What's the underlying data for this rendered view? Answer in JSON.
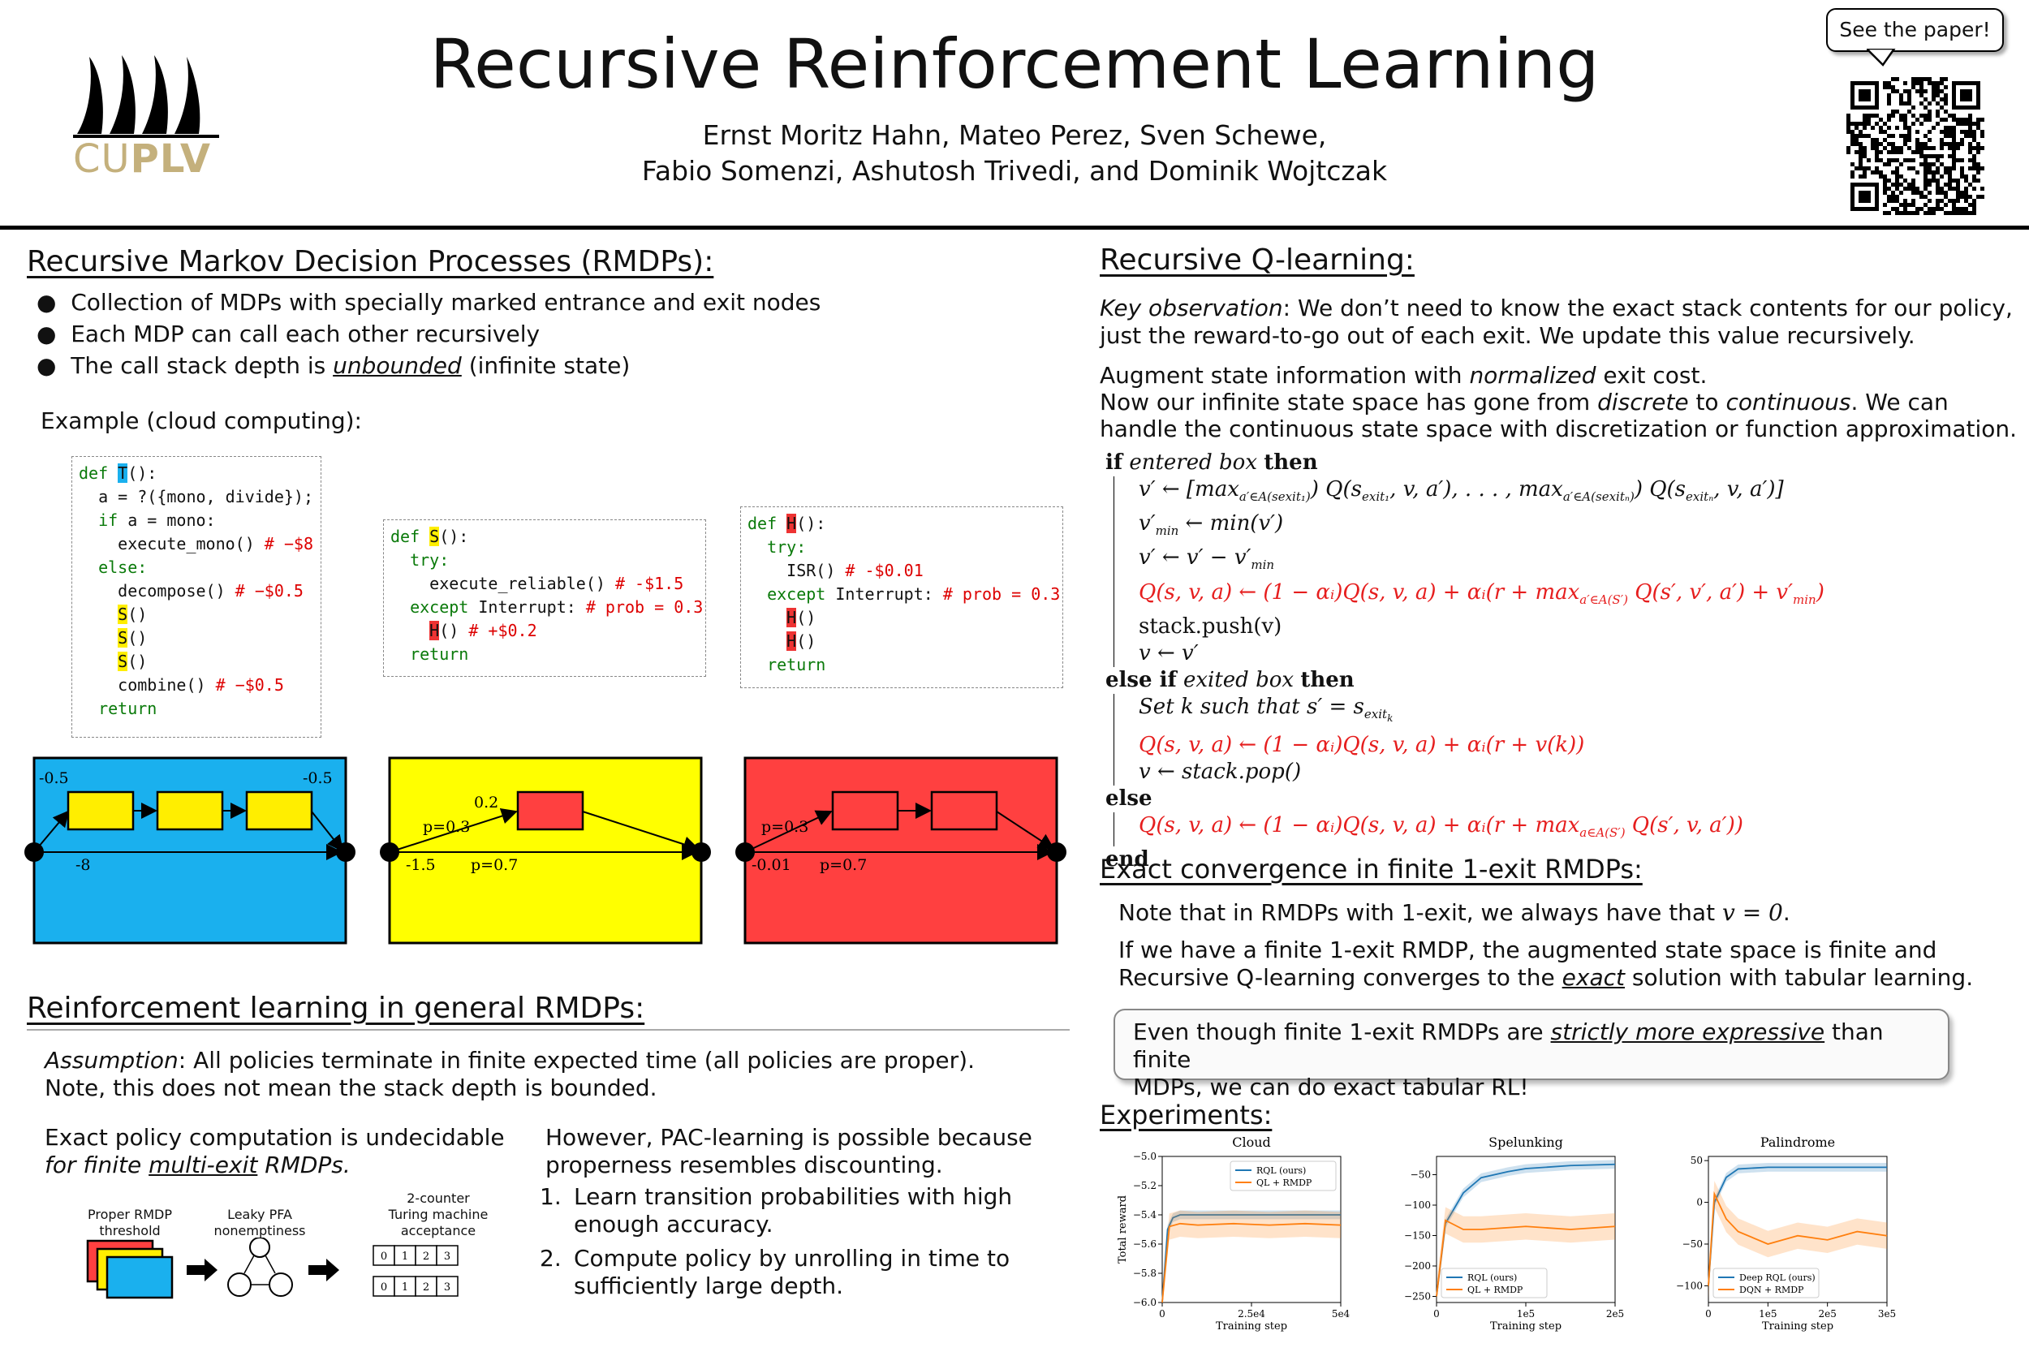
{
  "header": {
    "title": "Recursive Reinforcement Learning",
    "authors_line1": "Ernst Moritz Hahn, Mateo Perez, Sven Schewe,",
    "authors_line2": "Fabio Somenzi, Ashutosh Trivedi, and Dominik Wojtczak",
    "logo_text_a": "CU",
    "logo_text_b": "PLV",
    "qr_callout": "See the paper!",
    "colors": {
      "logo": "#c4b07c",
      "blue": "#1ab0ee",
      "yellow": "#ffff00",
      "red": "#ff4040"
    }
  },
  "rmdp": {
    "heading": "Recursive Markov Decision Processes (RMDPs):",
    "bullets": [
      "Collection of MDPs with specially marked entrance and exit nodes",
      "Each MDP can call each other recursively"
    ],
    "bullet3_a": "The call stack depth is ",
    "bullet3_b": "unbounded",
    "bullet3_c": " (infinite state)",
    "example_label": "Example (cloud computing):",
    "codeT": {
      "l1a": "def ",
      "l1b": "T",
      "l1c": "():",
      "l2": "  a = ?({mono, divide});",
      "l3a": "  ",
      "l3b": "if",
      "l3c": " a = mono:",
      "l4a": "    execute_mono() ",
      "l4b": "# −$8",
      "l5": "  else:",
      "l6a": "    decompose() ",
      "l6b": "# −$0.5",
      "l7": "S",
      "l7b": "()",
      "l10a": "    combine() ",
      "l10b": "# −$0.5",
      "l11": "  return"
    },
    "codeS": {
      "l1a": "def ",
      "l1b": "S",
      "l1c": "():",
      "l2": "  try:",
      "l3a": "    execute_reliable() ",
      "l3b": "# -$1.5",
      "l4a": "  except",
      "l4b": " Interrupt: ",
      "l4c": "# prob = 0.3",
      "l5a": "H",
      "l5b": "() ",
      "l5c": "# +$0.2",
      "l6": "  return"
    },
    "codeH": {
      "l1a": "def ",
      "l1b": "H",
      "l1c": "():",
      "l2": "  try:",
      "l3a": "    ISR() ",
      "l3b": "# -$0.01",
      "l4a": "  except",
      "l4b": " Interrupt: ",
      "l4c": "# prob = 0.3",
      "l5a": "H",
      "l5b": "()",
      "l7": "  return"
    },
    "diagT": {
      "left": "-0.5",
      "right": "-0.5",
      "bottom": "-8"
    },
    "diagS": {
      "top": "0.2",
      "p1": "p=0.3",
      "bl": "-1.5",
      "p2": "p=0.7"
    },
    "diagH": {
      "p1": "p=0.3",
      "bl": "-0.01",
      "p2": "p=0.7"
    }
  },
  "general": {
    "heading": "Reinforcement learning in general RMDPs:",
    "assump_a": "Assumption",
    "assump_b": ": All policies terminate in finite expected time (all policies are proper).",
    "assump_c": "Note, this does not mean the stack depth is bounded.",
    "undec_a": "Exact policy computation is undecidable",
    "undec_b": "for finite ",
    "undec_c": "multi-exit",
    "undec_d": " RMDPs.",
    "red1": "Proper RMDP",
    "red1b": "threshold",
    "red2": "Leaky PFA",
    "red2b": "nonemptiness",
    "red3": "2-counter",
    "red3b": "Turing machine",
    "red3c": "acceptance",
    "tape": [
      "0",
      "1",
      "2",
      "3"
    ],
    "pac_a": "However, PAC-learning is possible because",
    "pac_b": "properness resembles discounting.",
    "steps": [
      "Learn transition probabilities with high",
      "enough accuracy.",
      "Compute policy by unrolling in time to",
      "sufficiently large depth."
    ],
    "step_nums": [
      "1.",
      "2."
    ]
  },
  "rql": {
    "heading": "Recursive Q-learning:",
    "key_a": "Key observation",
    "key_b": ": We don’t need to know the exact stack contents for our policy,",
    "key_c": "just the reward-to-go out of each exit. We update this value recursively.",
    "aug_a": "Augment state information with ",
    "aug_b": "normalized",
    "aug_c": " exit cost.",
    "aug_d": "Now our infinite state space has gone from ",
    "aug_e": "discrete",
    "aug_f": " to ",
    "aug_g": "continuous",
    "aug_h": ". We can",
    "aug_i": "handle the continuous state space with discretization or function approximation.",
    "algo": {
      "if": "if",
      "cond1": "entered box",
      "then": "then",
      "a1": "v′ ← [max",
      "a1s": "a′∈A(s",
      "a1e": "exit₁",
      "a1m": ") Q(s",
      "a1n": "exit₁",
      "a1o": ", v, a′), . . . , max",
      "a1p": "a′∈A(s",
      "a1q": "exitₙ",
      "a1r": ") Q(s",
      "a1t": "exitₙ",
      "a1u": ", v, a′)]",
      "a2": "v′",
      "a2s": "min",
      "a2b": " ← min(v′)",
      "a3": "v′ ← v′ − v′",
      "a3s": "min",
      "a4": "Q(s, v, a) ← (1 − αᵢ)Q(s, v, a) + αᵢ(r + max",
      "a4s": "a′∈A(S′)",
      "a4b": " Q(s′, v′, a′) + v′",
      "a4c": "min",
      "a4d": ")",
      "a5": "stack.push(v)",
      "a6": "v ← v′",
      "elseif": "else if",
      "cond2": "exited box",
      "b1": "Set k such that s′ = s",
      "b1s": "exit",
      "b1t": "k",
      "b2": "Q(s, v, a) ← (1 − αᵢ)Q(s, v, a) + αᵢ(r + v(k))",
      "b3": "v ← stack.pop()",
      "else": "else",
      "c1": "Q(s, v, a) ← (1 − αᵢ)Q(s, v, a) + αᵢ(r + max",
      "c1s": "a∈A(S′)",
      "c1b": " Q(s′, v, a′))",
      "end": "end"
    }
  },
  "exact": {
    "heading": "Exact convergence in finite 1-exit RMDPs:",
    "n1": "Note that in RMDPs with 1-exit, we always have that ",
    "n1m": "v = 0",
    "n1e": ".",
    "n2": "If we have a finite 1-exit RMDP, the augmented state space is finite and",
    "n3a": "Recursive Q-learning converges to the ",
    "n3b": "exact",
    "n3c": " solution with tabular learning.",
    "call_a": "Even though finite 1-exit RMDPs are ",
    "call_b": "strictly more expressive",
    "call_c": " than finite",
    "call_d": "MDPs, we can do exact tabular RL!"
  },
  "experiments": {
    "heading": "Experiments:"
  },
  "chart_data": [
    {
      "type": "line",
      "title": "Cloud",
      "xlabel": "Training step",
      "ylabel": "Total reward",
      "xlim": [
        0,
        50000
      ],
      "ylim": [
        -6.0,
        -5.0
      ],
      "xticks": [
        "0",
        "2.5e4",
        "5e4"
      ],
      "yticks": [
        "−5.0",
        "−5.2",
        "−5.4",
        "−5.6",
        "−5.8",
        "−6.0"
      ],
      "legend": "top-right",
      "series": [
        {
          "name": "RQL (ours)",
          "color": "#1f77b4",
          "x": [
            0,
            1500,
            3000,
            5000,
            10000,
            20000,
            30000,
            40000,
            50000
          ],
          "y": [
            -6.0,
            -5.5,
            -5.42,
            -5.4,
            -5.4,
            -5.4,
            -5.4,
            -5.4,
            -5.4
          ]
        },
        {
          "name": "QL + RMDP",
          "color": "#ff7f0e",
          "x": [
            0,
            2000,
            5000,
            10000,
            20000,
            30000,
            40000,
            50000
          ],
          "y": [
            -6.0,
            -5.48,
            -5.46,
            -5.47,
            -5.46,
            -5.47,
            -5.46,
            -5.47
          ]
        }
      ]
    },
    {
      "type": "line",
      "title": "Spelunking",
      "xlabel": "Training step",
      "ylabel": "",
      "xlim": [
        0,
        200000
      ],
      "ylim": [
        -260,
        -20
      ],
      "xticks": [
        "0",
        "1e5",
        "2e5"
      ],
      "yticks": [
        "−50",
        "−100",
        "−150",
        "−200",
        "−250"
      ],
      "legend": "bottom-left",
      "series": [
        {
          "name": "RQL (ours)",
          "color": "#1f77b4",
          "x": [
            0,
            10000,
            30000,
            50000,
            80000,
            100000,
            150000,
            200000
          ],
          "y": [
            -250,
            -130,
            -80,
            -55,
            -45,
            -40,
            -35,
            -33
          ]
        },
        {
          "name": "QL + RMDP",
          "color": "#ff7f0e",
          "x": [
            0,
            10000,
            30000,
            50000,
            100000,
            150000,
            200000
          ],
          "y": [
            -250,
            -125,
            -140,
            -140,
            -135,
            -140,
            -135
          ]
        }
      ]
    },
    {
      "type": "line",
      "title": "Palindrome",
      "xlabel": "Training step",
      "ylabel": "",
      "xlim": [
        0,
        300000
      ],
      "ylim": [
        -120,
        55
      ],
      "xticks": [
        "0",
        "1e5",
        "2e5",
        "3e5"
      ],
      "yticks": [
        "50",
        "0",
        "−50",
        "−100"
      ],
      "legend": "bottom-left",
      "series": [
        {
          "name": "Deep RQL (ours)",
          "color": "#1f77b4",
          "x": [
            0,
            10000,
            30000,
            50000,
            100000,
            200000,
            300000
          ],
          "y": [
            -100,
            0,
            30,
            40,
            42,
            42,
            42
          ]
        },
        {
          "name": "DQN + RMDP",
          "color": "#ff7f0e",
          "x": [
            0,
            10000,
            30000,
            50000,
            100000,
            150000,
            200000,
            250000,
            300000
          ],
          "y": [
            -100,
            10,
            -20,
            -35,
            -50,
            -40,
            -45,
            -35,
            -40
          ]
        }
      ]
    }
  ]
}
